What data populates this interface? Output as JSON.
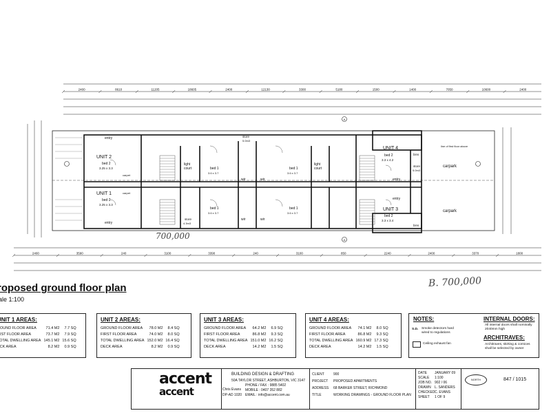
{
  "plan": {
    "title": "roposed ground floor plan",
    "scale": "ale 1:100",
    "handwriting": {
      "price_1": "700,000",
      "price_2": "B. 700,000"
    }
  },
  "rooms": {
    "unit1": "UNIT 1",
    "unit2": "UNIT 2",
    "unit3": "UNIT 3",
    "unit4": "UNIT 4",
    "bed2": "bed 2",
    "bed1": "bed 1",
    "dim_u1": "3.25 x 3.3",
    "dim_u2": "3.25 x 3.3",
    "dim_u4": "3.3 x 4.2",
    "dim_u3": "3.3 x 3.4",
    "dim_bed1": "3.6 x 3.7",
    "entry": "entry",
    "store": "store",
    "wir": "wir",
    "light": "light",
    "court": "court",
    "carpark": "carpark",
    "bins": "bins",
    "carpet": "carpet",
    "first_floor_above": "line of first floor above",
    "store_43": "4.3m3",
    "store_50": "5.0m3"
  },
  "dims_top": [
    "2400",
    "8610",
    "11205",
    "18605",
    "2400",
    "12130",
    "3300",
    "5180",
    "1500",
    "1400",
    "7050",
    "10600",
    "2400"
  ],
  "dims_bottom": [
    "2400",
    "3590",
    "240",
    "3100",
    "3390",
    "240",
    "3100",
    "850",
    "2240",
    "2400",
    "3370",
    "1800"
  ],
  "areas": [
    {
      "title": "UNIT 1 AREAS:",
      "rows": [
        [
          "ROUND FLOOR AREA",
          "71.4 M2",
          "7.7 SQ"
        ],
        [
          "IRST FLOOR AREA",
          "73.7 M2",
          "7.9 SQ"
        ],
        [
          "TOTAL DWELLING AREA",
          "145.1 M2",
          "15.6 SQ"
        ],
        [
          "ECK AREA",
          "8.2 M2",
          "0.9 SQ"
        ]
      ]
    },
    {
      "title": "UNIT 2 AREAS:",
      "rows": [
        [
          "GROUND FLOOR AREA",
          "78.0 M2",
          "8.4 SQ"
        ],
        [
          "FIRST FLOOR AREA",
          "74.0 M2",
          "8.0 SQ"
        ],
        [
          "TOTAL DWELLING AREA",
          "152.0 M2",
          "16.4 SQ"
        ],
        [
          "DECK AREA",
          "8.2 M2",
          "0.9 SQ"
        ]
      ]
    },
    {
      "title": "UNIT 3 AREAS:",
      "rows": [
        [
          "GROUND FLOOR AREA",
          "64.2 M2",
          "6.9 SQ"
        ],
        [
          "FIRST FLOOR AREA",
          "86.8 M2",
          "9.3 SQ"
        ],
        [
          "TOTAL DWELLING AREA",
          "151.0 M2",
          "16.2 SQ"
        ],
        [
          "DECK AREA",
          "14.2 M2",
          "1.5 SQ"
        ]
      ]
    },
    {
      "title": "UNIT 4 AREAS:",
      "rows": [
        [
          "GROUND FLOOR AREA",
          "74.1 M2",
          "8.0 SQ"
        ],
        [
          "FIRST FLOOR AREA",
          "86.8 M2",
          "9.3 SQ"
        ],
        [
          "TOTAL DWELLING AREA",
          "160.9 M2",
          "17.3 SQ"
        ],
        [
          "DECK AREA",
          "14.2 M2",
          "1.5 SQ"
        ]
      ]
    }
  ],
  "notes": {
    "title": "NOTES:",
    "sd": "S.D.",
    "smoke": "Smoke detectors hard wired to regulations",
    "fan": "Ceiling exhaust fan",
    "internal_title": "INTERNAL DOORS:",
    "internal_text": "All internal doors shall nominally 2040mm high",
    "arch_title": "ARCHITRAVES:",
    "arch_text": "Architraves, skirting & cornices shall be selected by owner"
  },
  "titleblock": {
    "logo_top": "accent",
    "logo_bottom": "accent",
    "company": "BUILDING DESIGN & DRAFTING",
    "address": "50A TAYLOR STREET, ASHBURTON, VIC 3147",
    "phone": "PHONE / FAX : 9885 5402",
    "mobile": "MOBILE : 0407 352 882",
    "email": "EMAIL : info@accent.com.au",
    "designer": "Chris Evans",
    "designer_reg": "DP-AD 1020",
    "client_label": "CLIENT",
    "client": "900",
    "project_label": "PROJECT",
    "project": "PROPOSED APARTMENTS",
    "address_label": "ADDRESS",
    "site": "68 BARKER STREET, RICHMOND",
    "titlelbl": "TITLE",
    "title": "WORKING DRAWINGS - GROUND FLOOR PLAN",
    "date_label": "DATE",
    "date": "JANUARY 09",
    "scale_label": "SCALE",
    "scale": "1:100",
    "job_label": "JOB NO.",
    "job": "902 / 06",
    "drawn_label": "DRAWN",
    "drawn": "L. SANDERS",
    "checked_label": "CHECKED",
    "checked": "C. EVANS",
    "sheet_label": "SHEET",
    "sheet": "1 OF 9",
    "north": "NORTH",
    "ref": "847 / 1015"
  }
}
